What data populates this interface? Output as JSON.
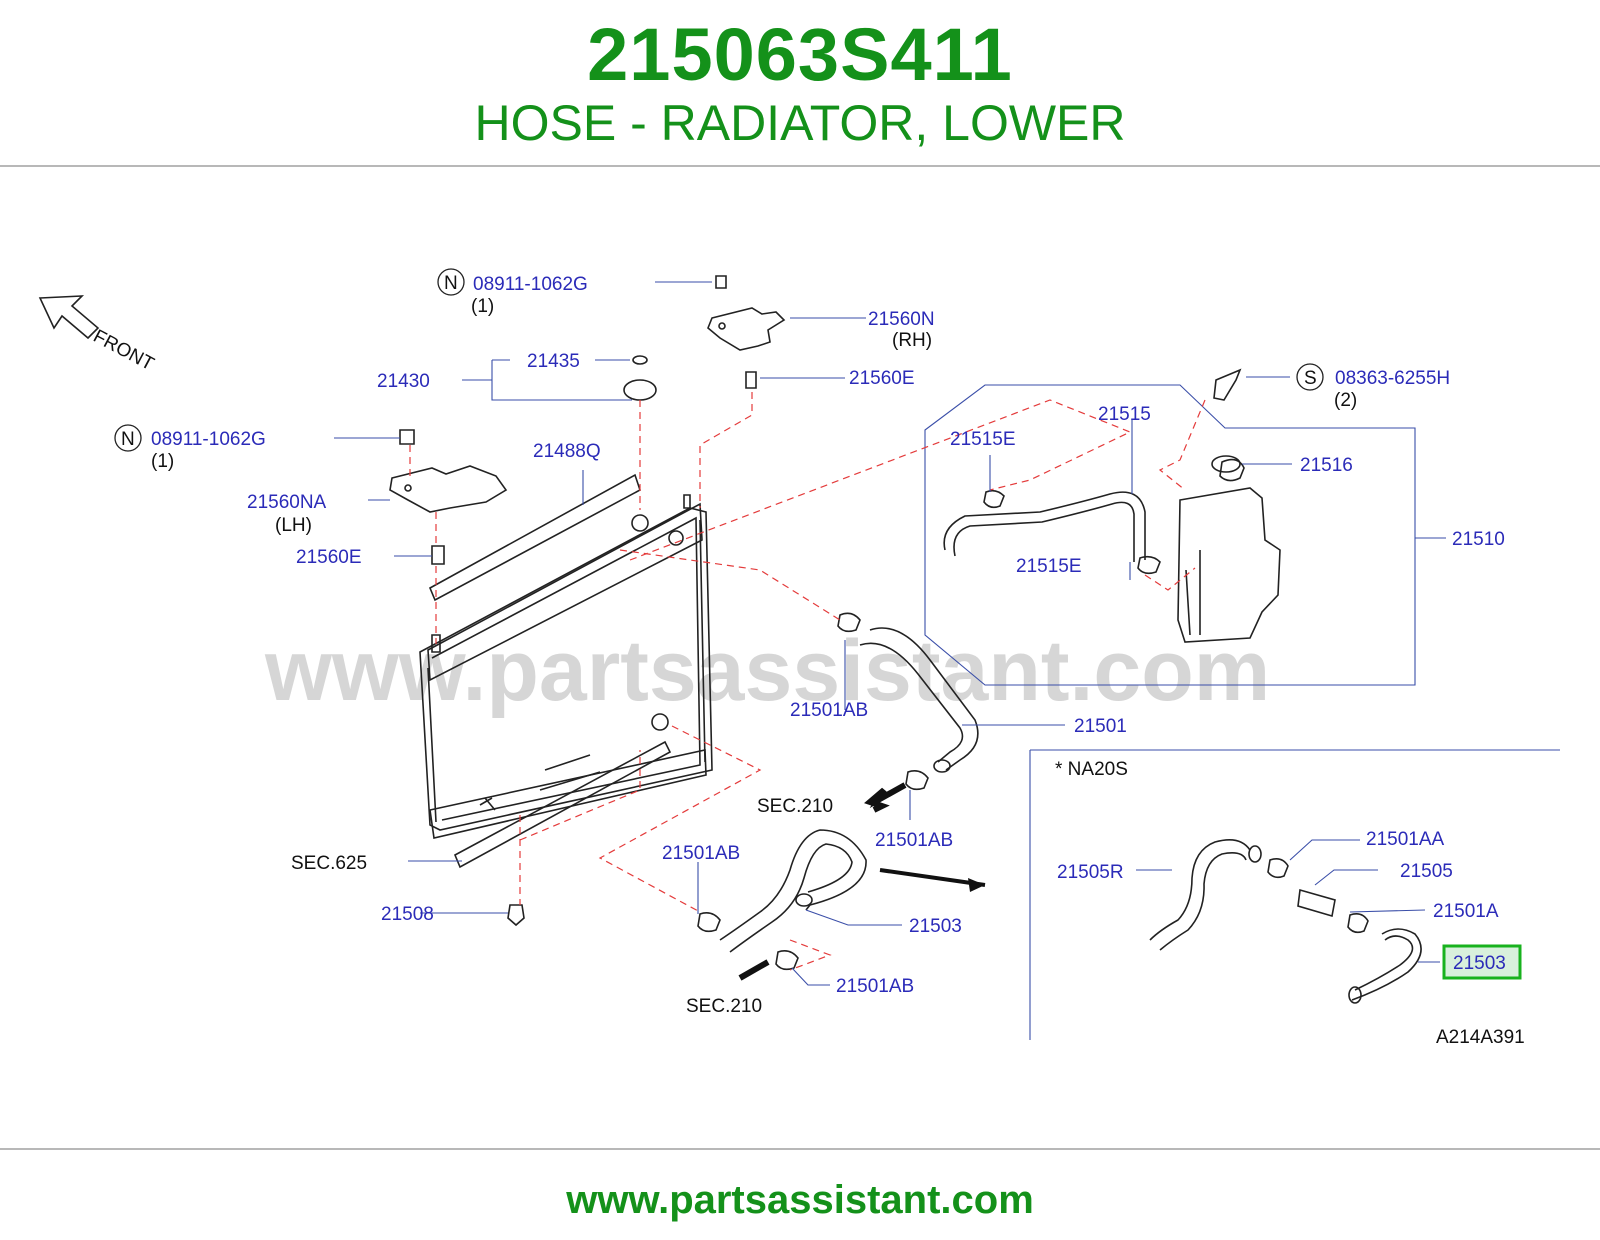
{
  "header": {
    "part_number": "215063S411",
    "part_name": "HOSE - RADIATOR, LOWER"
  },
  "diagram": {
    "watermark": "www.partsassistant.com",
    "front_label": "FRONT",
    "figure_code": "A214A391",
    "inset_title": "*  NA20S",
    "highlighted_part": "21503",
    "callouts": {
      "n_symbol": "N",
      "s_symbol": "S",
      "nut_top": "08911-1062G",
      "nut_top_qty": "(1)",
      "bracket_rh": "21560N",
      "bracket_rh_side": "(RH)",
      "bushing_top_rh": "21560E",
      "cap_seal": "21435",
      "cap": "21430",
      "nut_left": "08911-1062G",
      "nut_left_qty": "(1)",
      "seal_top": "21488Q",
      "bracket_lh": "21560NA",
      "bracket_lh_side": "(LH)",
      "bushing_lh": "21560E",
      "bolt": "08363-6255H",
      "bolt_qty": "(2)",
      "reservoir_hose": "21515",
      "hose_clamp_a": "21515E",
      "hose_clamp_b": "21515E",
      "reservoir_cap": "21516",
      "reservoir": "21510",
      "upper_clamp": "21501AB",
      "upper_hose": "21501",
      "sec_210_a": "SEC.210",
      "lower_clamp_a": "21501AB",
      "lower_clamp_b": "21501AB",
      "lower_clamp_c": "21501AB",
      "sec_625": "SEC.625",
      "lower_hose": "21503",
      "drain_plug": "21508",
      "sec_210_b": "SEC.210",
      "inset_hose_r": "21505R",
      "inset_clamp_aa": "21501AA",
      "inset_connector": "21505",
      "inset_clamp_a": "21501A",
      "inset_hose": "21503"
    }
  },
  "footer": {
    "url": "www.partsassistant.com"
  },
  "colors": {
    "brand_green": "#14911a",
    "callout_blue": "#2b2bb8",
    "dashed_red": "#e43b3b",
    "highlight_green": "#18b21e"
  }
}
